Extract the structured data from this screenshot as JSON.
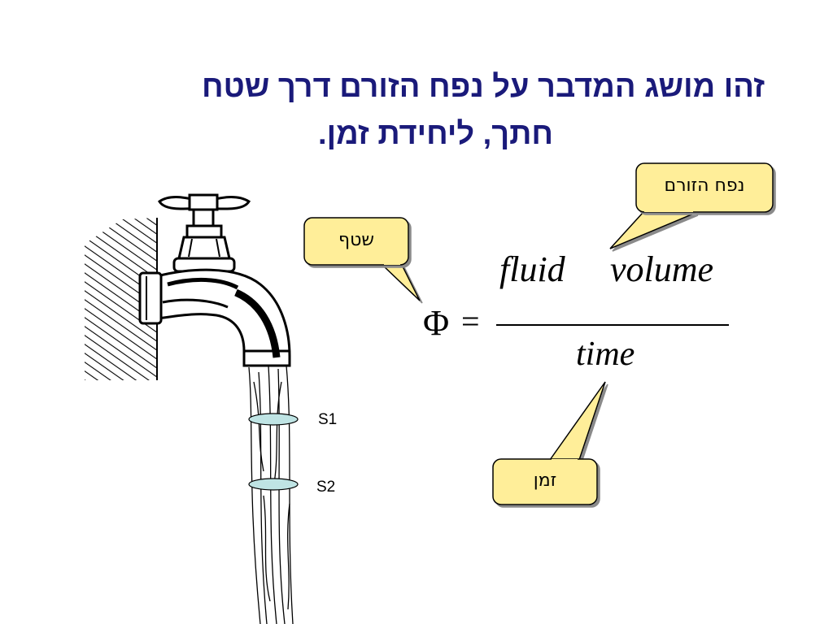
{
  "title": {
    "line1": "זהו מושג המדבר על נפח הזורם דרך שטח",
    "line2": "חתך, ליחידת זמן."
  },
  "callouts": {
    "fluid_volume": "נפח הזורם",
    "area": "שטף",
    "time": "זמן"
  },
  "formula": {
    "symbol": "Φ",
    "equals": "=",
    "numerator_word1": "fluid",
    "numerator_word2": "volume",
    "denominator": "time"
  },
  "sections": {
    "s1": "S1",
    "s2": "S2"
  },
  "colors": {
    "title": "#1a1a7a",
    "callout_fill": "#ffee99",
    "section_fill": "#bfe4e4"
  },
  "icons": {
    "faucet": "faucet-icon"
  }
}
